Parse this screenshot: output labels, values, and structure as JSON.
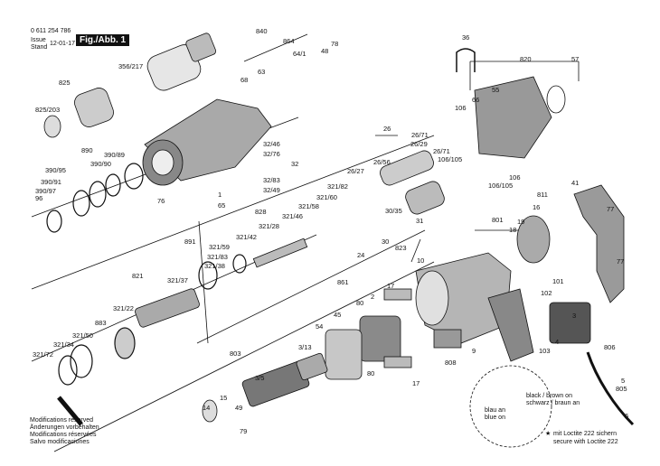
{
  "header": {
    "doc_number": "0 611 254 786",
    "issue_label": "Issue",
    "stand_label": "Stand",
    "date": "12-01-17",
    "figure": "Fig./Abb. 1"
  },
  "parts": [
    {
      "id": "p356",
      "text": "356/217"
    },
    {
      "id": "p840",
      "text": "840"
    },
    {
      "id": "p864",
      "text": "864"
    },
    {
      "id": "p64_1",
      "text": "64/1"
    },
    {
      "id": "p78",
      "text": "78"
    },
    {
      "id": "p48",
      "text": "48"
    },
    {
      "id": "p68",
      "text": "68"
    },
    {
      "id": "p63",
      "text": "63"
    },
    {
      "id": "p825",
      "text": "825"
    },
    {
      "id": "p825_203",
      "text": "825/203"
    },
    {
      "id": "p890",
      "text": "890"
    },
    {
      "id": "p390_89",
      "text": "390/89"
    },
    {
      "id": "p390_90",
      "text": "390/90"
    },
    {
      "id": "p390_95",
      "text": "390/95"
    },
    {
      "id": "p390_91",
      "text": "390/91"
    },
    {
      "id": "p390_97",
      "text": "390/97"
    },
    {
      "id": "p96",
      "text": "96"
    },
    {
      "id": "p76",
      "text": "76"
    },
    {
      "id": "p32_46",
      "text": "32/46"
    },
    {
      "id": "p32_76",
      "text": "32/76"
    },
    {
      "id": "p32",
      "text": "32"
    },
    {
      "id": "p32_83",
      "text": "32/83"
    },
    {
      "id": "p32_49",
      "text": "32/49"
    },
    {
      "id": "p1",
      "text": "1"
    },
    {
      "id": "p65",
      "text": "65"
    },
    {
      "id": "p36",
      "text": "36"
    },
    {
      "id": "p820",
      "text": "820"
    },
    {
      "id": "p57",
      "text": "57"
    },
    {
      "id": "p55",
      "text": "55"
    },
    {
      "id": "p66",
      "text": "66"
    },
    {
      "id": "p106",
      "text": "106"
    },
    {
      "id": "p106_105",
      "text": "106/105"
    },
    {
      "id": "p26",
      "text": "26"
    },
    {
      "id": "p26_71",
      "text": "26/71"
    },
    {
      "id": "p26_29",
      "text": "26/29"
    },
    {
      "id": "p26_71b",
      "text": "26/71"
    },
    {
      "id": "p26_56",
      "text": "26/56"
    },
    {
      "id": "p26_27",
      "text": "26/27"
    },
    {
      "id": "p106b",
      "text": "106"
    },
    {
      "id": "p106_105b",
      "text": "106/105"
    },
    {
      "id": "p828",
      "text": "828"
    },
    {
      "id": "p321_82",
      "text": "321/82"
    },
    {
      "id": "p321_60",
      "text": "321/60"
    },
    {
      "id": "p321_58",
      "text": "321/58"
    },
    {
      "id": "p321_46",
      "text": "321/46"
    },
    {
      "id": "p321_28",
      "text": "321/28"
    },
    {
      "id": "p30_35",
      "text": "30/35"
    },
    {
      "id": "p31",
      "text": "31"
    },
    {
      "id": "p30",
      "text": "30"
    },
    {
      "id": "p811",
      "text": "811"
    },
    {
      "id": "p41",
      "text": "41"
    },
    {
      "id": "p77",
      "text": "77"
    },
    {
      "id": "p16",
      "text": "16"
    },
    {
      "id": "p801",
      "text": "801"
    },
    {
      "id": "p19",
      "text": "19"
    },
    {
      "id": "p18",
      "text": "18"
    },
    {
      "id": "p891",
      "text": "891"
    },
    {
      "id": "p321_42",
      "text": "321/42"
    },
    {
      "id": "p321_59",
      "text": "321/59"
    },
    {
      "id": "p321_83",
      "text": "321/83"
    },
    {
      "id": "p321_38",
      "text": "321/38"
    },
    {
      "id": "p24",
      "text": "24"
    },
    {
      "id": "p823",
      "text": "823"
    },
    {
      "id": "p77b",
      "text": "77"
    },
    {
      "id": "p10",
      "text": "10"
    },
    {
      "id": "p821",
      "text": "821"
    },
    {
      "id": "p321_37",
      "text": "321/37"
    },
    {
      "id": "p861",
      "text": "861"
    },
    {
      "id": "p321_22",
      "text": "321/22"
    },
    {
      "id": "p80a",
      "text": "80"
    },
    {
      "id": "p17a",
      "text": "17"
    },
    {
      "id": "p2",
      "text": "2"
    },
    {
      "id": "p101",
      "text": "101"
    },
    {
      "id": "p102",
      "text": "102"
    },
    {
      "id": "p883",
      "text": "883"
    },
    {
      "id": "p45",
      "text": "45"
    },
    {
      "id": "p321_50",
      "text": "321/50"
    },
    {
      "id": "p321_34",
      "text": "321/34"
    },
    {
      "id": "p321_72",
      "text": "321/72"
    },
    {
      "id": "p54",
      "text": "54"
    },
    {
      "id": "p9",
      "text": "9"
    },
    {
      "id": "p806",
      "text": "806"
    },
    {
      "id": "p3",
      "text": "3"
    },
    {
      "id": "p103",
      "text": "103"
    },
    {
      "id": "p4",
      "text": "4"
    },
    {
      "id": "p808",
      "text": "808"
    },
    {
      "id": "p803",
      "text": "803"
    },
    {
      "id": "p3_13",
      "text": "3/13"
    },
    {
      "id": "p80b",
      "text": "80"
    },
    {
      "id": "p17b",
      "text": "17"
    },
    {
      "id": "p3_5",
      "text": "3/5"
    },
    {
      "id": "p5",
      "text": "5"
    },
    {
      "id": "p805",
      "text": "805"
    },
    {
      "id": "p15",
      "text": "15"
    },
    {
      "id": "p14",
      "text": "14"
    },
    {
      "id": "p49",
      "text": "49"
    },
    {
      "id": "p79",
      "text": "79"
    },
    {
      "id": "p6",
      "text": "6"
    }
  ],
  "notes": {
    "modifications": [
      "Modifications reserved",
      "Änderungen vorbehalten",
      "Modifications réservées",
      "Salvo modificaciones"
    ],
    "wire_black": "black / brown on",
    "wire_black_de": "schwarz / braun an",
    "wire_blue_de": "blau an",
    "wire_blue": "blue on",
    "loctite_de": "mit Loctite 222 sichern",
    "loctite_en": "secure with Loctite 222",
    "star": "★"
  },
  "colors": {
    "ink": "#111111",
    "part_fill": "#d9d9d9",
    "part_dark": "#555555",
    "background": "#ffffff"
  }
}
